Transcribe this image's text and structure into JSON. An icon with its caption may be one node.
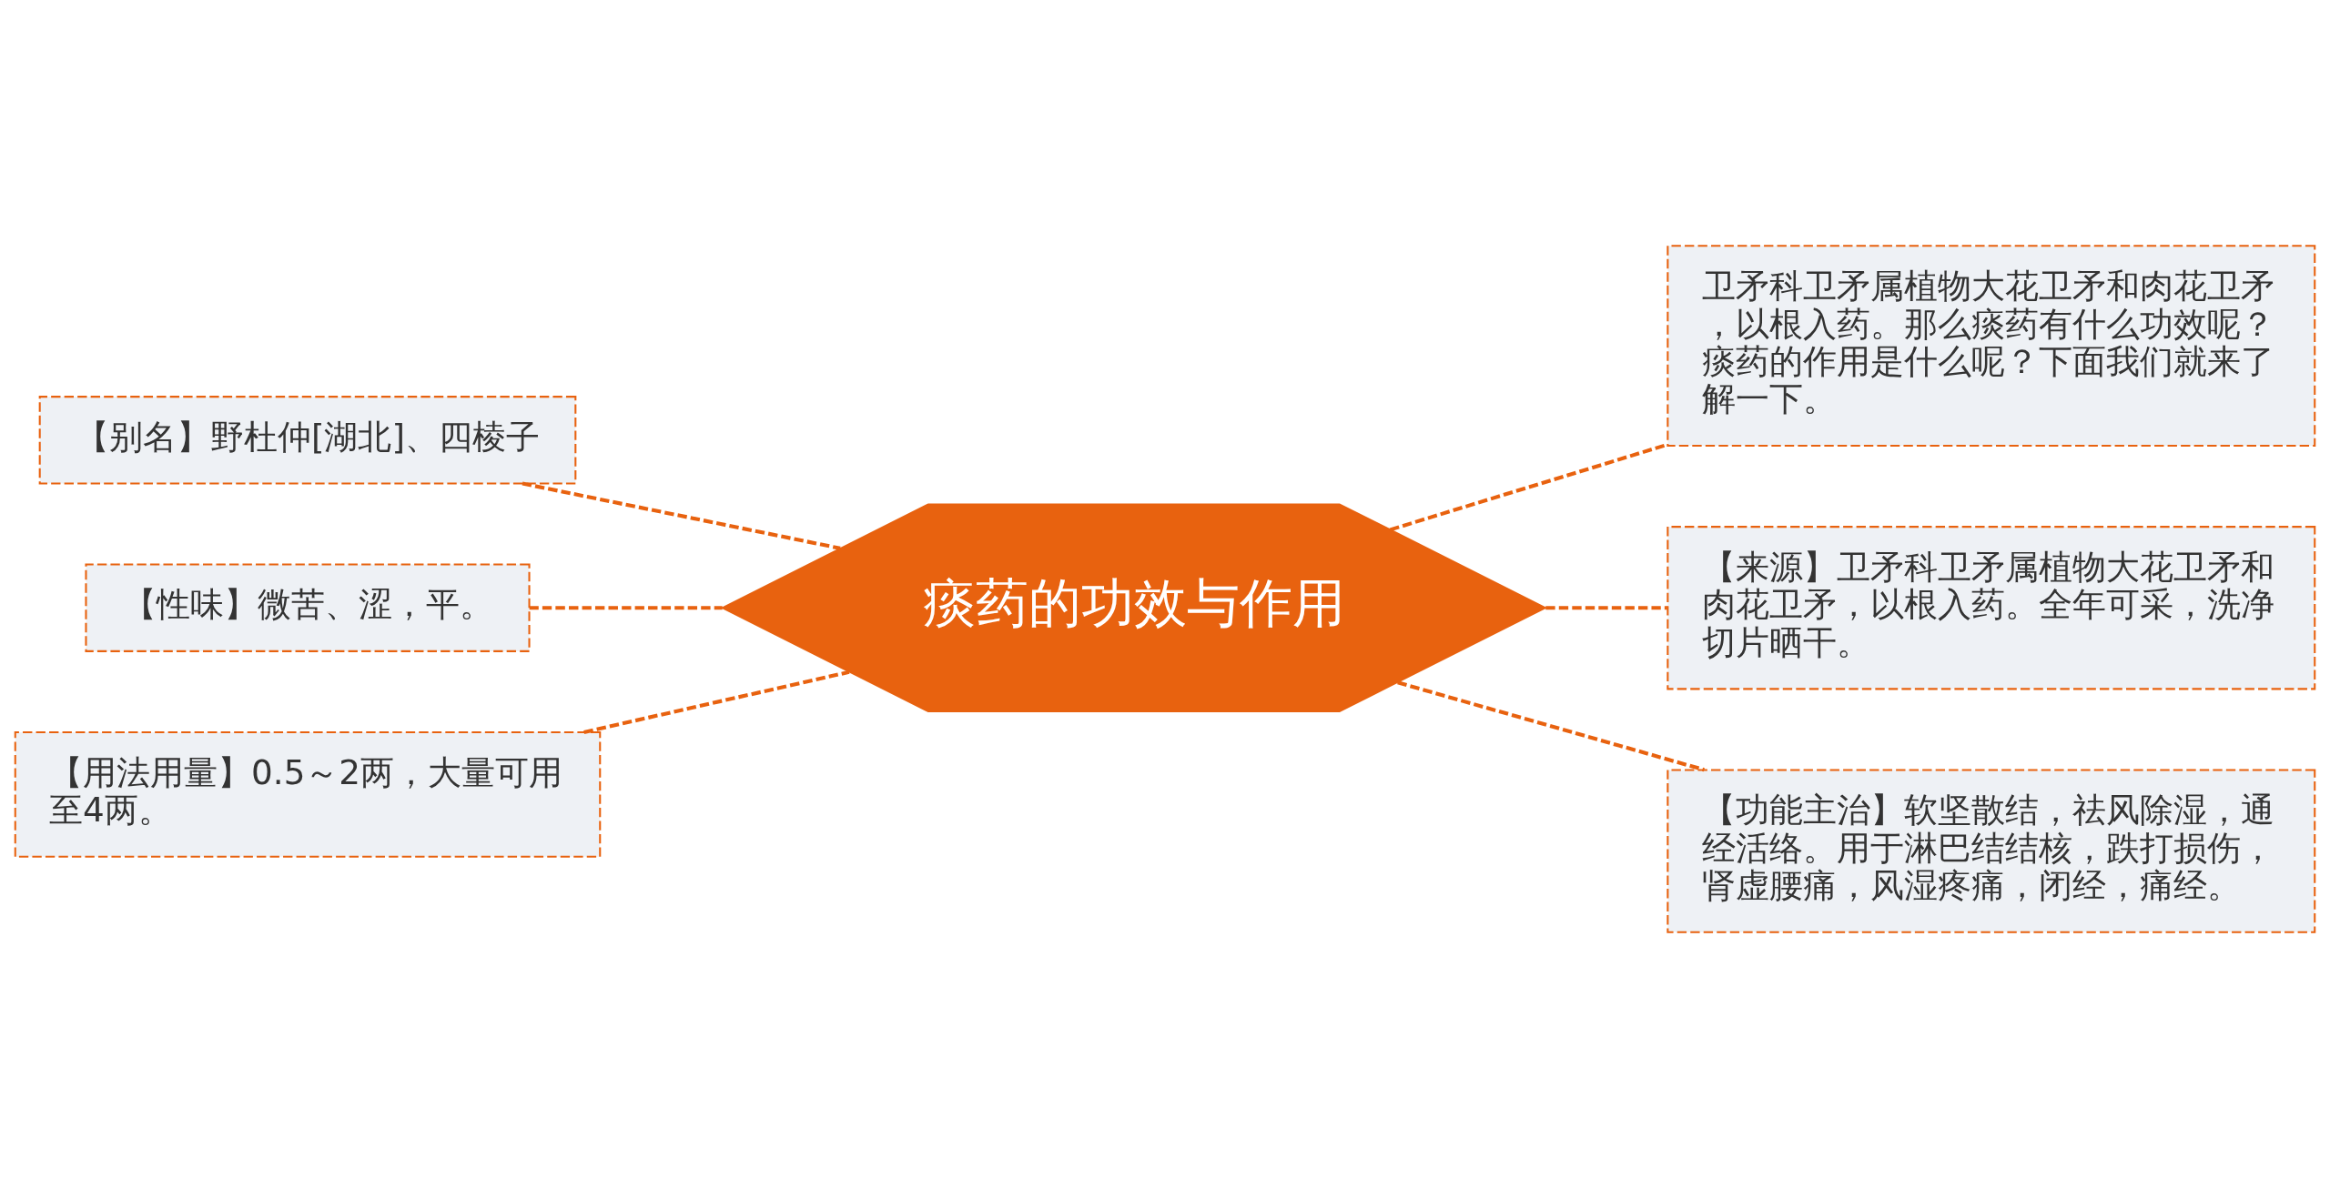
{
  "diagram": {
    "nodes": [
      {
        "text": [
          "痰药的功效与作用"
        ]
      },
      {
        "text": [
          "【别名】野杜仲[湖北]、四棱子"
        ]
      },
      {
        "text": [
          "【性味】微苦、涩，平。"
        ]
      },
      {
        "text": [
          "【用法用量】0.5～2两，大量可用至4两。"
        ]
      },
      {
        "text": [
          "卫矛科卫矛属植物大花卫矛和肉花卫矛，以根入药。那么痰药有什么功效呢？痰药的作用是什么呢？下面我们就来了解一下。"
        ]
      },
      {
        "text": [
          "【来源】卫矛科卫矛属植物大花卫矛和肉花卫矛，以根入药。全年可采，洗净切片晒干。"
        ]
      },
      {
        "text": [
          "【功能主治】软坚散结，祛风除湿，通经活络。用于淋巴结结核，跌打损伤，肾虚腰痛，风湿疼痛，闭经，痛经。"
        ]
      }
    ],
    "edges": [
      {
        "from": 1,
        "to": 0,
        "arrow": "none",
        "style": "dashed"
      },
      {
        "from": 2,
        "to": 0,
        "arrow": "none",
        "style": "dashed"
      },
      {
        "from": 3,
        "to": 0,
        "arrow": "none",
        "style": "dashed"
      },
      {
        "from": 0,
        "to": 4,
        "arrow": "none",
        "style": "dashed"
      },
      {
        "from": 0,
        "to": 5,
        "arrow": "none",
        "style": "dashed"
      },
      {
        "from": 0,
        "to": 6,
        "arrow": "none",
        "style": "dashed"
      }
    ]
  }
}
